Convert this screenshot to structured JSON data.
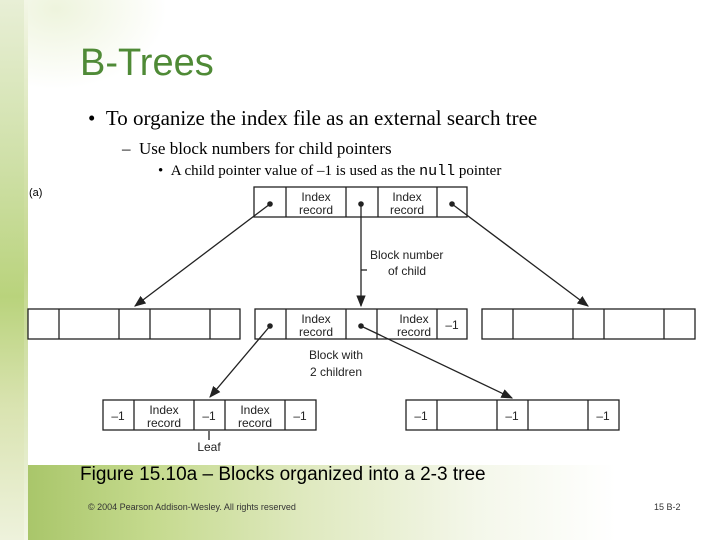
{
  "slide": {
    "title": "B-Trees",
    "bullet_1": "To organize the index file as an external search tree",
    "sub_bullet": "Use block numbers for child pointers",
    "sub_sub_pre": "A child pointer value of –1 is used as the ",
    "sub_sub_code": "null",
    "sub_sub_post": " pointer",
    "part_label": "(a)",
    "caption": "Figure 15.10a – Blocks organized into a 2-3 tree",
    "copyright": "© 2004 Pearson Addison-Wesley. All rights reserved",
    "slide_number": "15 B-2"
  },
  "diagram": {
    "index_record_line1": "Index",
    "index_record_line2": "record",
    "minus_one": "–1",
    "annotation_block_number_1": "Block number",
    "annotation_block_number_2": "of child",
    "annotation_two_children_1": "Block with",
    "annotation_two_children_2": "2 children",
    "annotation_leaf": "Leaf"
  },
  "colors": {
    "title": "#4f8a36",
    "ink": "#222222"
  },
  "icons": [
    "bullet-dot",
    "en-dash-bullet",
    "arrowhead"
  ]
}
